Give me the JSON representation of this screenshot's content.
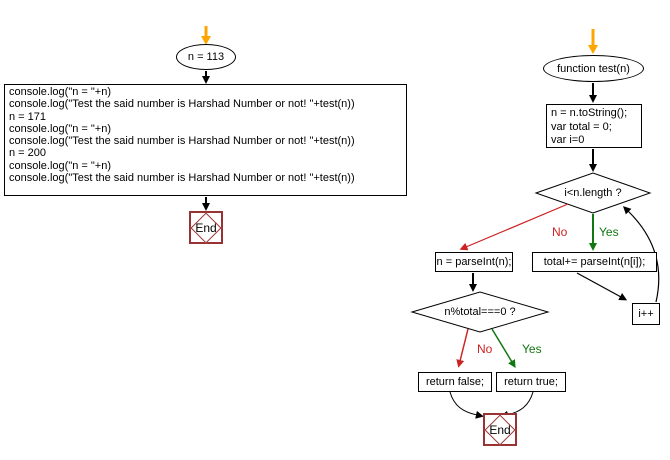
{
  "colors": {
    "arrow_orange": "#FFA500",
    "branch_no_red": "#CC2222",
    "branch_yes_green": "#117711",
    "connector_black": "#000000",
    "end_node_border": "#993333"
  },
  "left_chart": {
    "start": "n = 113",
    "code_lines": [
      "console.log(\"n = \"+n)",
      "console.log(\"Test the said number is Harshad Number or not! \"+test(n))",
      "n = 171",
      "console.log(\"n = \"+n)",
      "console.log(\"Test the said number is Harshad Number or not! \"+test(n))",
      "n = 200",
      "console.log(\"n = \"+n)",
      "console.log(\"Test the said number is Harshad Number or not! \"+test(n))"
    ],
    "end_label": "End"
  },
  "right_chart": {
    "start": "function test(n)",
    "init_lines": [
      "n = n.toString();",
      "var total = 0;",
      "var i=0"
    ],
    "loop_condition": "i<n.length ?",
    "label_no": "No",
    "label_yes": "Yes",
    "parse_box": "n = parseInt(n);",
    "total_box": "total+= parseInt(n[i]);",
    "increment_box": "i++",
    "mod_condition": "n%total===0 ?",
    "return_false_box": "return false;",
    "return_true_box": "return true;",
    "end_label": "End"
  }
}
